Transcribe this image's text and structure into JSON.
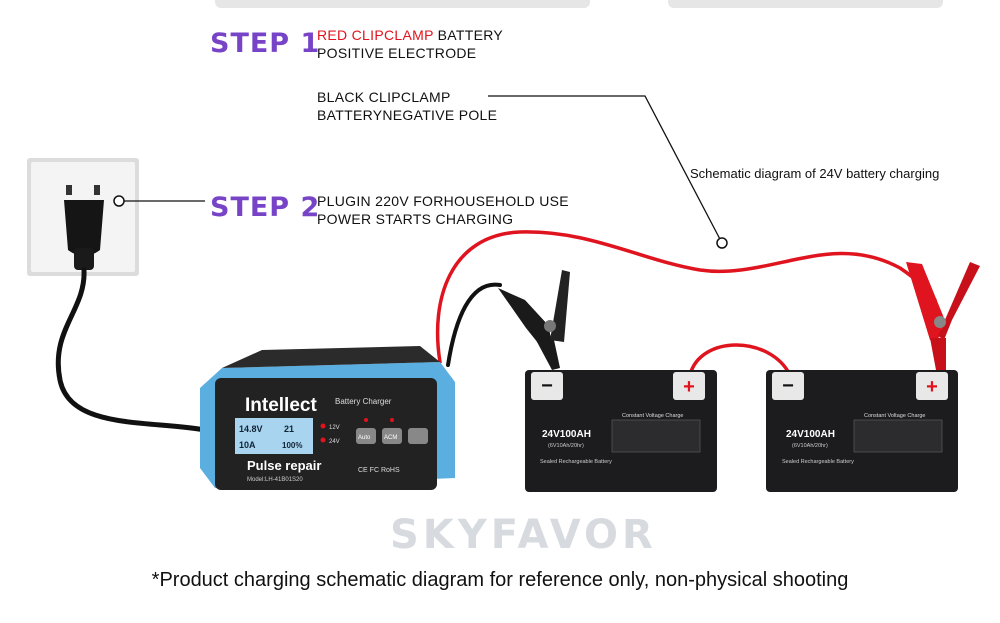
{
  "step1": {
    "label": "STEP 1",
    "line1_red": "RED CLIPCLAMP",
    "line1_rest": " BATTERY",
    "line2": "POSITIVE ELECTRODE"
  },
  "black_clamp": {
    "line1": "BLACK CLIPCLAMP",
    "line2": "BATTERYNEGATIVE POLE"
  },
  "step2": {
    "label": "STEP 2",
    "line1": "PLUGIN 220V FORHOUSEHOLD USE",
    "line2": "POWER STARTS CHARGING"
  },
  "schematic_label": "Schematic diagram of 24V battery charging",
  "charger": {
    "brand": "Intellect",
    "subtitle": "Battery Charger",
    "lcd_volts": "14.8V",
    "lcd_amps": "10A",
    "lcd_num": "21",
    "lcd_percent": "100%",
    "led_12v": "12V",
    "led_24v": "24V",
    "btn_auto": "Auto",
    "btn_acm": "ACM",
    "repair": "Pulse repair",
    "model": "Model:LH-41B01S20",
    "marks": "CE FC RoHS"
  },
  "battery_left": {
    "model": "24V100AH",
    "sub": "(6V10Ah/20hr)",
    "sealed": "Sealed Rechargeable Battery",
    "cvc": "Constant Voltage Charge",
    "negative": "−",
    "positive": "+"
  },
  "battery_right": {
    "model": "24V100AH",
    "sub": "(6V10Ah/20hr)",
    "sealed": "Sealed Rechargeable Battery",
    "cvc": "Constant Voltage Charge",
    "negative": "−",
    "positive": "+"
  },
  "watermark": "SKYFAVOR",
  "footnote": "*Product charging schematic diagram for reference only, non-physical shooting",
  "colors": {
    "step_purple": "#7744c8",
    "red_cable": "#e0141e",
    "charger_blue": "#5aaee0",
    "battery_body": "#1c1c1e"
  }
}
